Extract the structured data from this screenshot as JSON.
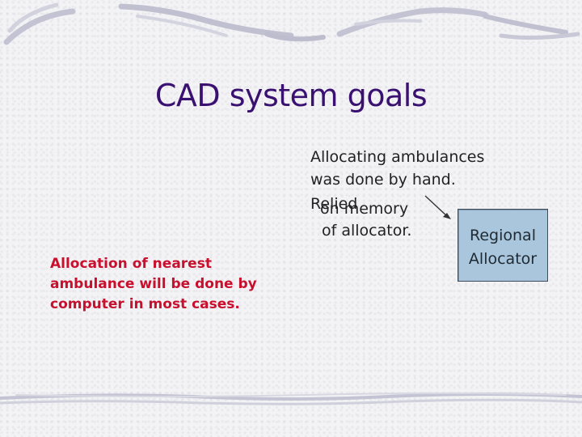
{
  "slide": {
    "title": "CAD system goals",
    "manual_note": {
      "line1": "Allocating ambulances",
      "line2": "was done by hand.",
      "line3": "Relied",
      "line4": "on memory",
      "line5": "of allocator."
    },
    "computer_note": [
      "Allocation of nearest",
      "ambulance will be done by",
      "computer in most cases."
    ],
    "allocator_box": {
      "line1": "Regional",
      "line2": "Allocator",
      "fill_color": "#a9c6dc"
    },
    "colors": {
      "title": "#3a1070",
      "red_text": "#c8102e",
      "background": "#f3f3f5"
    }
  }
}
